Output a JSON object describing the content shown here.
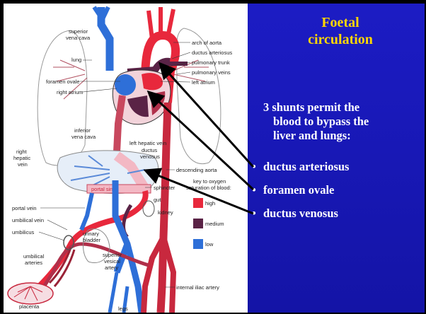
{
  "slide": {
    "title_line1": "Foetal",
    "title_line2": "circulation",
    "intro_line1": "3 shunts permit the",
    "intro_line2": "blood to bypass the",
    "intro_line3": "liver and lungs:",
    "bullet_glyph": "•",
    "bullets": [
      "ductus arteriosus",
      "foramen ovale",
      "ductus venosus"
    ]
  },
  "diagram_labels": {
    "superior_vena_cava_1": "superior",
    "superior_vena_cava_2": "vena cava",
    "lung": "lung",
    "foramen_ovale": "foramen ovale",
    "right_atrium": "right atrium",
    "arch_of_aorta": "arch of aorta",
    "ductus_arteriosus": "ductus arteriosus",
    "pulmonary_trunk": "pulmonary trunk",
    "pulmonary_veins": "pulmonary veins",
    "left_atrium": "left atrium",
    "inferior_vena_cava_1": "inferior",
    "inferior_vena_cava_2": "vena cava",
    "left_hepatic_vein": "left hepatic vein",
    "ductus_venosus_1": "ductus",
    "ductus_venosus_2": "venosus",
    "right_hepatic_vein_1": "right",
    "right_hepatic_vein_2": "hepatic",
    "right_hepatic_vein_3": "vein",
    "descending_aorta": "descending aorta",
    "portal_sinus": "portal sinus",
    "sphincter": "sphincter",
    "key_1": "key to oxygen",
    "key_2": "saturation of blood:",
    "portal_vein": "portal vein",
    "gut": "gut",
    "umbilical_vein": "umbilical vein",
    "kidney": "kidney",
    "umbilicus": "umbilicus",
    "urinary_1": "urinary",
    "urinary_2": "bladder",
    "superior_vesical_1": "superior",
    "superior_vesical_2": "vesical",
    "superior_vesical_3": "artery",
    "umbilical_arteries_1": "umbilical",
    "umbilical_arteries_2": "arteries",
    "internal_iliac": "internal iliac artery",
    "placenta": "placenta",
    "legs": "legs"
  },
  "key": [
    {
      "label": "high",
      "color": "#e8283c"
    },
    {
      "label": "medium",
      "color": "#5a2346"
    },
    {
      "label": "low",
      "color": "#2e6fd8"
    }
  ],
  "colors": {
    "panel_blue": "#1a1ab8",
    "title_yellow": "#ffd700",
    "oxygen_high": "#e8283c",
    "oxygen_medium": "#5a2346",
    "oxygen_low": "#2e6fd8",
    "mixed": "#b0304a",
    "pink": "#f3b8c4"
  },
  "icons": {
    "shunt_arrows": "black-pointer-arrows"
  }
}
